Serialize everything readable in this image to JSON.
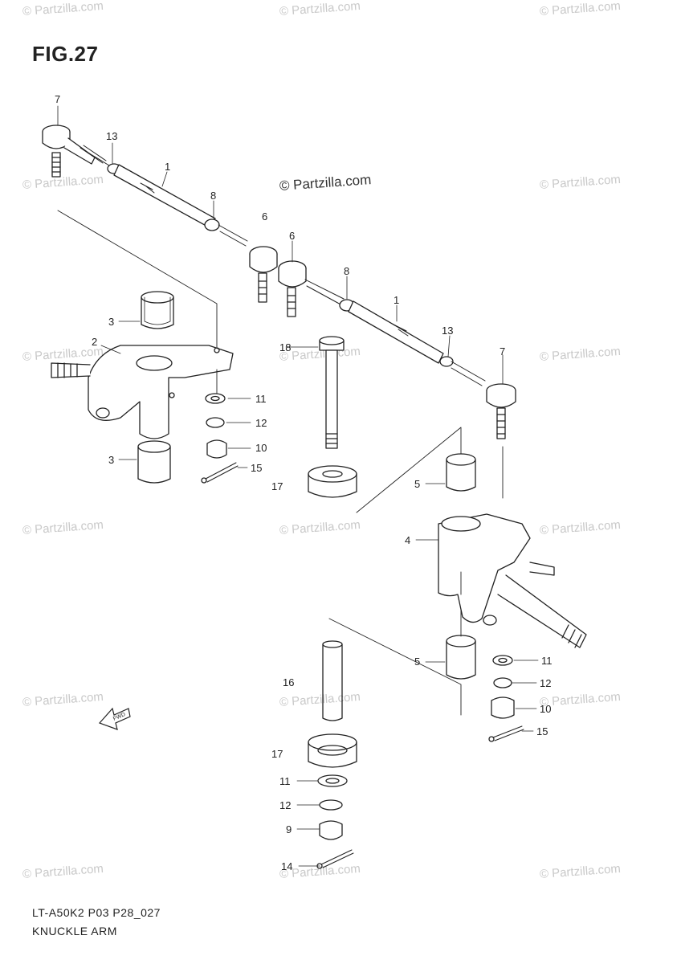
{
  "figure": {
    "title": "FIG.27",
    "model_code": "LT-A50K2 P03 P28_027",
    "section_name": "KNUCKLE ARM"
  },
  "watermark": {
    "text": "© Partzilla.com",
    "center_text": "© Partzilla.com"
  },
  "callouts": [
    {
      "id": "c7a",
      "label": "7"
    },
    {
      "id": "c13a",
      "label": "13"
    },
    {
      "id": "c1a",
      "label": "1"
    },
    {
      "id": "c8a",
      "label": "8"
    },
    {
      "id": "c6a",
      "label": "6"
    },
    {
      "id": "c6b",
      "label": "6"
    },
    {
      "id": "c8b",
      "label": "8"
    },
    {
      "id": "c1b",
      "label": "1"
    },
    {
      "id": "c13b",
      "label": "13"
    },
    {
      "id": "c7b",
      "label": "7"
    },
    {
      "id": "c3a",
      "label": "3"
    },
    {
      "id": "c2",
      "label": "2"
    },
    {
      "id": "c18",
      "label": "18"
    },
    {
      "id": "c11a",
      "label": "11"
    },
    {
      "id": "c12a",
      "label": "12"
    },
    {
      "id": "c10a",
      "label": "10"
    },
    {
      "id": "c3b",
      "label": "3"
    },
    {
      "id": "c15a",
      "label": "15"
    },
    {
      "id": "c17a",
      "label": "17"
    },
    {
      "id": "c5a",
      "label": "5"
    },
    {
      "id": "c4",
      "label": "4"
    },
    {
      "id": "c5b",
      "label": "5"
    },
    {
      "id": "c11b",
      "label": "11"
    },
    {
      "id": "c16",
      "label": "16"
    },
    {
      "id": "c12b",
      "label": "12"
    },
    {
      "id": "c10b",
      "label": "10"
    },
    {
      "id": "c15b",
      "label": "15"
    },
    {
      "id": "c17b",
      "label": "17"
    },
    {
      "id": "c11c",
      "label": "11"
    },
    {
      "id": "c12c",
      "label": "12"
    },
    {
      "id": "c9",
      "label": "9"
    },
    {
      "id": "c14",
      "label": "14"
    }
  ],
  "fwd_arrow_label": "FWD"
}
